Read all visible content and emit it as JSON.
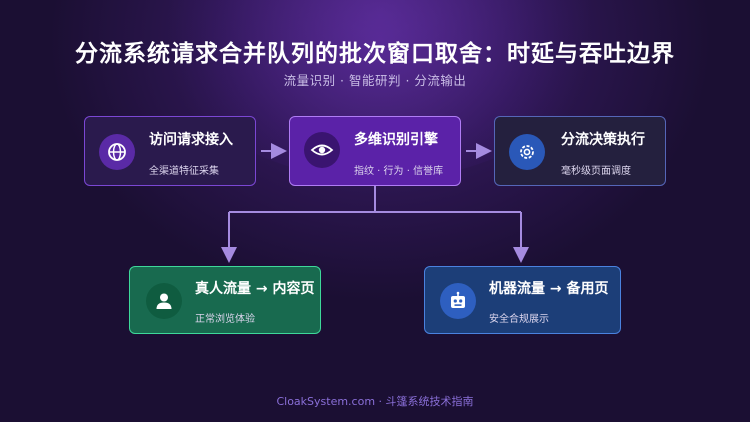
{
  "title": "分流系统请求合并队列的批次窗口取舍：时延与吞吐边界",
  "subtitle": "流量识别 · 智能研判 · 分流输出",
  "nodes": {
    "access": {
      "label": "访问请求接入",
      "sub": "全渠道特征采集",
      "icon": "globe-icon"
    },
    "engine": {
      "label": "多维识别引擎",
      "sub": "指纹 · 行为 · 信誉库",
      "icon": "eye-icon"
    },
    "decision": {
      "label": "分流决策执行",
      "sub": "毫秒级页面调度",
      "icon": "gear-icon"
    },
    "human": {
      "label": "真人流量 → 内容页",
      "sub": "正常浏览体验",
      "icon": "user-icon"
    },
    "bot": {
      "label": "机器流量 → 备用页",
      "sub": "安全合规展示",
      "icon": "robot-icon"
    }
  },
  "colors": {
    "arrow": "#a58be0",
    "engine_accent": "#b07cf5",
    "human_accent": "#3ed99a",
    "bot_accent": "#4a82df"
  },
  "footer": "CloakSystem.com · 斗篷系统技术指南"
}
